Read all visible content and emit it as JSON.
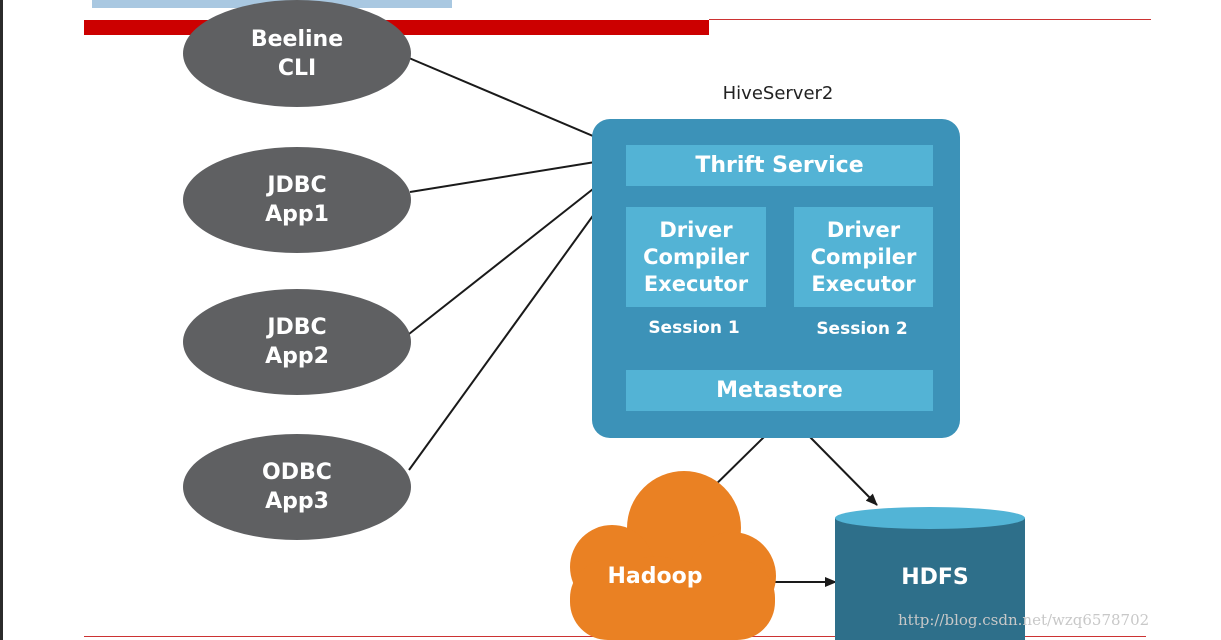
{
  "clients": [
    {
      "label": "Beeline\nCLI"
    },
    {
      "label": "JDBC\nApp1"
    },
    {
      "label": "JDBC\nApp2"
    },
    {
      "label": "ODBC\nApp3"
    }
  ],
  "server": {
    "title": "HiveServer2",
    "thrift": "Thrift Service",
    "sessions": [
      {
        "components": "Driver\nCompiler\nExecutor",
        "label": "Session 1"
      },
      {
        "components": "Driver\nCompiler\nExecutor",
        "label": "Session 2"
      }
    ],
    "metastore": "Metastore"
  },
  "hadoop": "Hadoop",
  "hdfs": "HDFS",
  "watermark": "http://blog.csdn.net/wzq6578702",
  "colors": {
    "client": "#5f6062",
    "server": "#3c92b8",
    "server_inner": "#53b3d5",
    "hadoop": "#ea8123",
    "hdfs": "#2e6f8a",
    "hdfs_top": "#52b4d6"
  }
}
